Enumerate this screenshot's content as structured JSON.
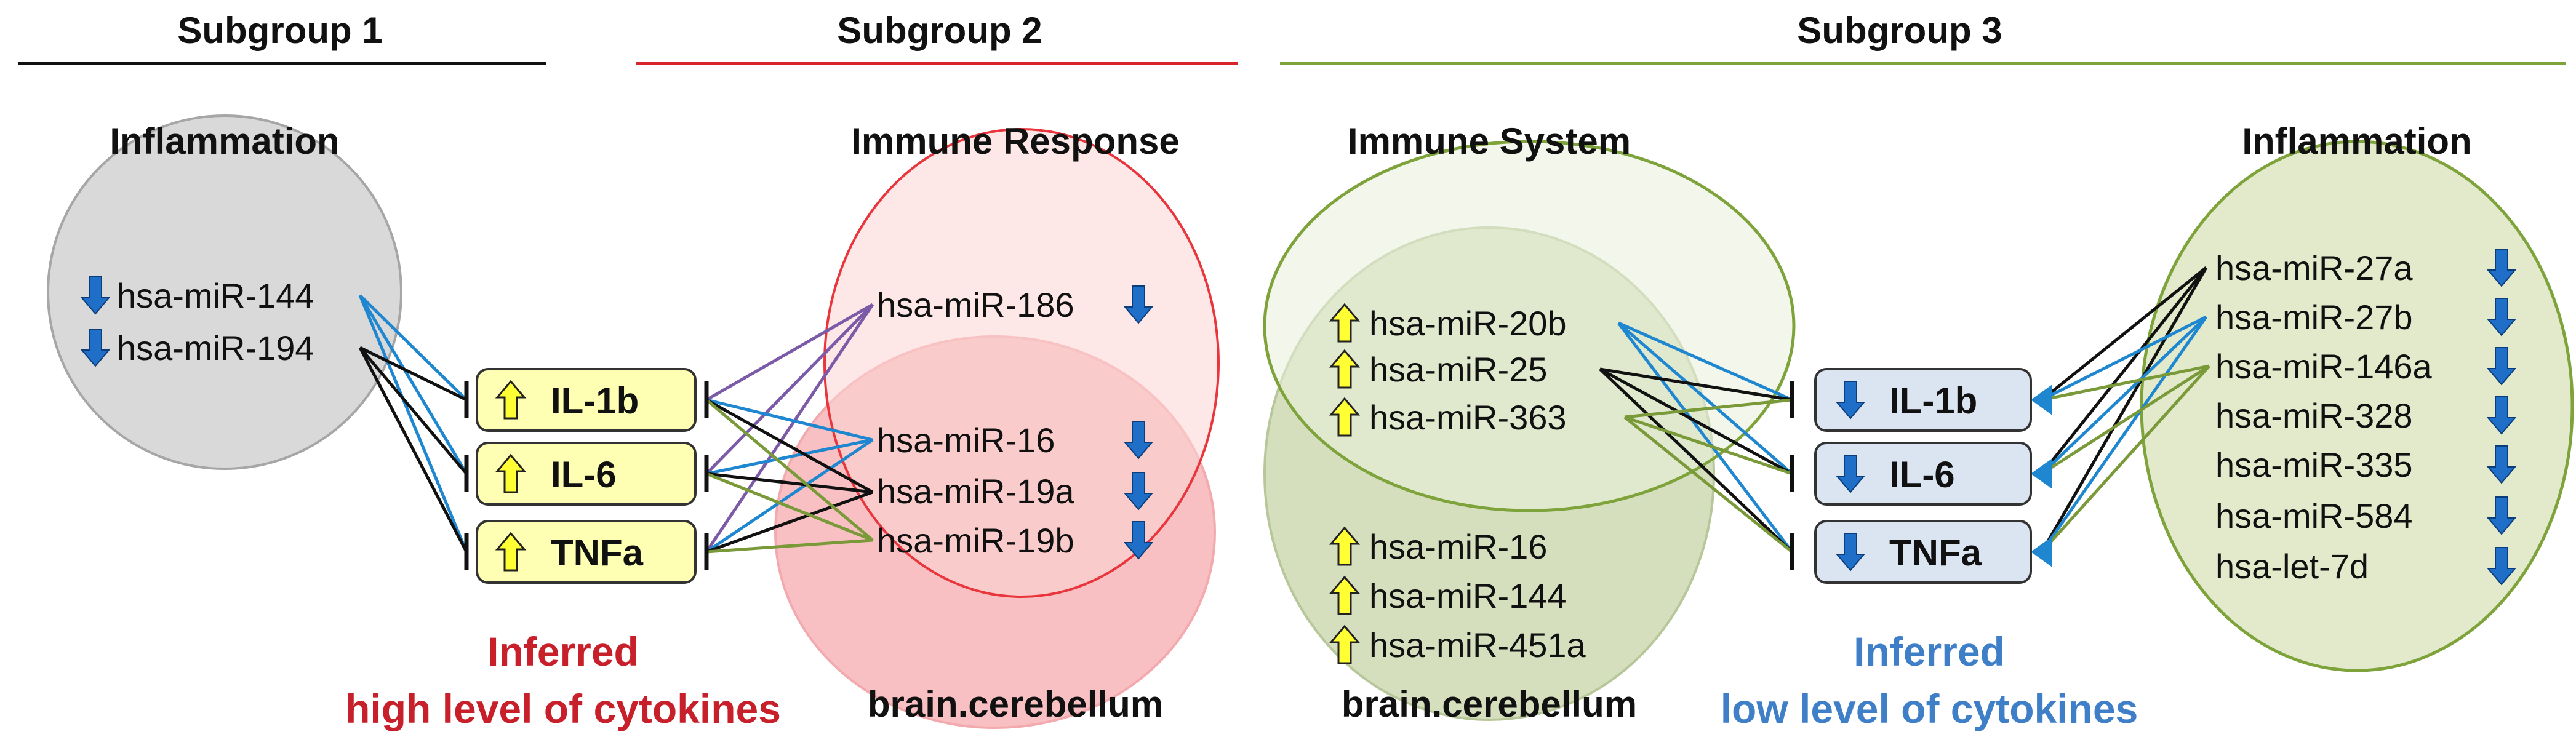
{
  "headers": {
    "subgroup1": "Subgroup 1",
    "subgroup2": "Subgroup 2",
    "subgroup3": "Subgroup 3"
  },
  "colors": {
    "subgroup1_line": "#111111",
    "subgroup2_line": "#d8242b",
    "subgroup3_line": "#7ea33b",
    "up_arrow": "#ffff33",
    "down_arrow": "#1f6fc8",
    "edge_blue": "#1f86d0",
    "edge_black": "#111111",
    "edge_purple": "#7b5aa8",
    "edge_olive": "#7a9a3a"
  },
  "subgroup1": {
    "section_title": "Inflammation",
    "mirnas": [
      {
        "name": "hsa-miR-144",
        "direction": "down"
      },
      {
        "name": "hsa-miR-194",
        "direction": "down"
      }
    ],
    "cytokines": [
      {
        "name": "IL-1b",
        "direction": "up"
      },
      {
        "name": "IL-6",
        "direction": "up"
      },
      {
        "name": "TNFa",
        "direction": "up"
      }
    ],
    "inferred_line1": "Inferred",
    "inferred_line2": "high level of cytokines"
  },
  "subgroup2": {
    "section_title": "Immune Response",
    "mirnas": [
      {
        "name": "hsa-miR-186",
        "direction": "down"
      },
      {
        "name": "hsa-miR-16",
        "direction": "down"
      },
      {
        "name": "hsa-miR-19a",
        "direction": "down"
      },
      {
        "name": "hsa-miR-19b",
        "direction": "down"
      }
    ],
    "tissue": "brain.cerebellum"
  },
  "subgroup3": {
    "left_title": "Immune System",
    "right_title": "Inflammation",
    "left_mirnas": [
      {
        "name": "hsa-miR-20b",
        "direction": "up"
      },
      {
        "name": "hsa-miR-25",
        "direction": "up"
      },
      {
        "name": "hsa-miR-363",
        "direction": "up"
      },
      {
        "name": "hsa-miR-16",
        "direction": "up"
      },
      {
        "name": "hsa-miR-144",
        "direction": "up"
      },
      {
        "name": "hsa-miR-451a",
        "direction": "up"
      }
    ],
    "tissue": "brain.cerebellum",
    "cytokines": [
      {
        "name": "IL-1b",
        "direction": "down"
      },
      {
        "name": "IL-6",
        "direction": "down"
      },
      {
        "name": "TNFa",
        "direction": "down"
      }
    ],
    "right_mirnas": [
      {
        "name": "hsa-miR-27a",
        "direction": "down"
      },
      {
        "name": "hsa-miR-27b",
        "direction": "down"
      },
      {
        "name": "hsa-miR-146a",
        "direction": "down"
      },
      {
        "name": "hsa-miR-328",
        "direction": "down"
      },
      {
        "name": "hsa-miR-335",
        "direction": "down"
      },
      {
        "name": "hsa-miR-584",
        "direction": "down"
      },
      {
        "name": "hsa-let-7d",
        "direction": "down"
      }
    ],
    "inferred_line1": "Inferred",
    "inferred_line2": "low level of cytokines"
  }
}
